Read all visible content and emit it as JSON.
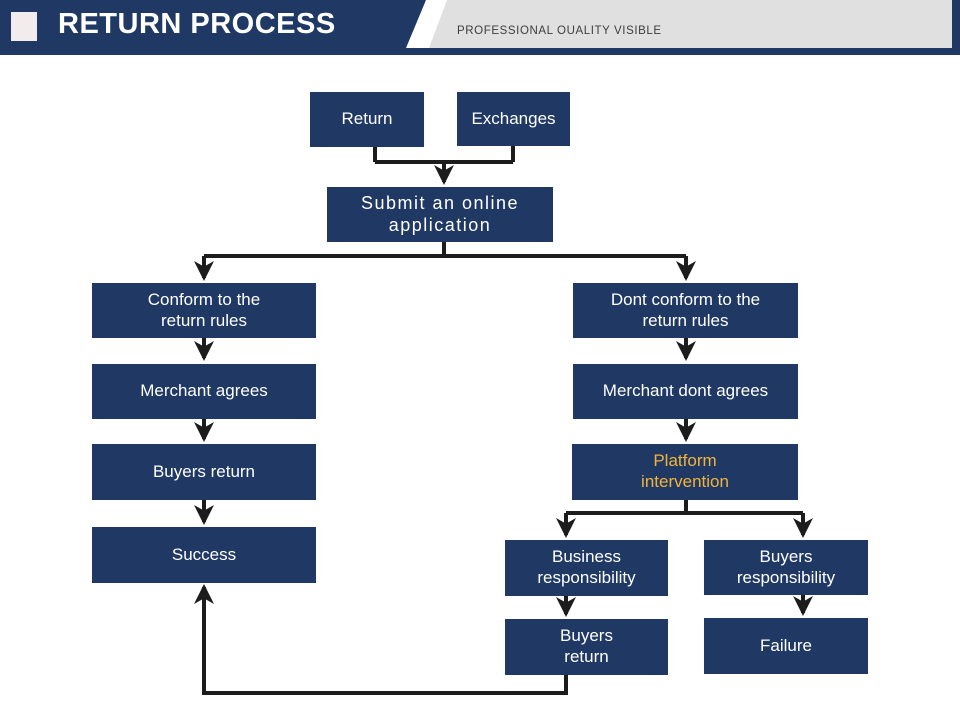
{
  "header": {
    "title": "RETURN PROCESS",
    "subtitle": "PROFESSIONAL OUALITY VISIBLE"
  },
  "colors": {
    "navy": "#1F3864",
    "header_gray": "#E0E0E0",
    "marker_square": "#F2ECEC",
    "gold_text": "#F2B437",
    "connector": "#1C1C1C",
    "box_text": "#FFFFFF",
    "background": "#FFFFFF"
  },
  "flowchart": {
    "nodes": {
      "return": {
        "label": "Return"
      },
      "exchanges": {
        "label": "Exchanges"
      },
      "submit": {
        "label": "Submit an online\napplication"
      },
      "conform": {
        "label": "Conform to the\nreturn rules"
      },
      "merchant_agrees": {
        "label": "Merchant agrees"
      },
      "buyers_return_left": {
        "label": "Buyers return"
      },
      "success": {
        "label": "Success"
      },
      "dont_conform": {
        "label": "Dont conform to the\nreturn rules"
      },
      "merchant_dont_agrees": {
        "label": "Merchant dont agrees"
      },
      "platform_intervention": {
        "label": "Platform\nintervention",
        "text_color": "#F2B437"
      },
      "business_responsibility": {
        "label": "Business\nresponsibility"
      },
      "buyers_responsibility": {
        "label": "Buyers\nresponsibility"
      },
      "buyers_return_bottom": {
        "label": "Buyers\nreturn"
      },
      "failure": {
        "label": "Failure"
      }
    },
    "edges": [
      {
        "from": "return",
        "to": "submit"
      },
      {
        "from": "exchanges",
        "to": "submit"
      },
      {
        "from": "submit",
        "to": "conform"
      },
      {
        "from": "submit",
        "to": "dont_conform"
      },
      {
        "from": "conform",
        "to": "merchant_agrees"
      },
      {
        "from": "merchant_agrees",
        "to": "buyers_return_left"
      },
      {
        "from": "buyers_return_left",
        "to": "success"
      },
      {
        "from": "dont_conform",
        "to": "merchant_dont_agrees"
      },
      {
        "from": "merchant_dont_agrees",
        "to": "platform_intervention"
      },
      {
        "from": "platform_intervention",
        "to": "business_responsibility"
      },
      {
        "from": "platform_intervention",
        "to": "buyers_responsibility"
      },
      {
        "from": "business_responsibility",
        "to": "buyers_return_bottom"
      },
      {
        "from": "buyers_responsibility",
        "to": "failure"
      },
      {
        "from": "buyers_return_bottom",
        "to": "success"
      }
    ]
  }
}
